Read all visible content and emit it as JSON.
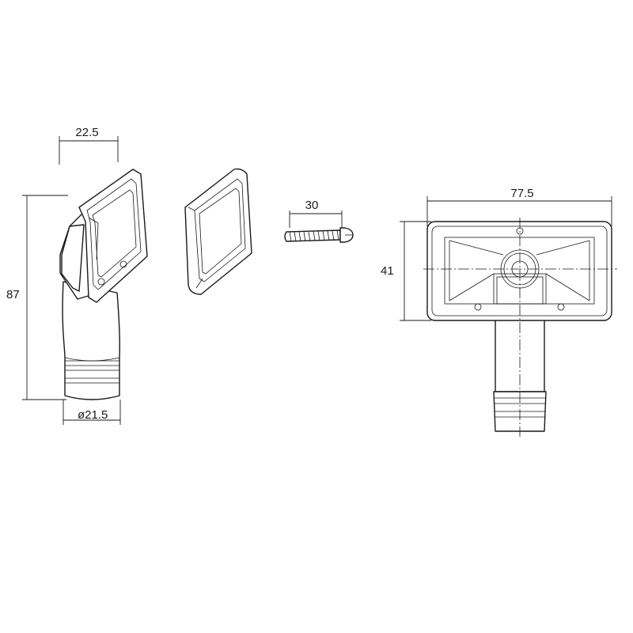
{
  "dimensions": {
    "side_width": "22.5",
    "side_height": "87",
    "pipe_diameter": "ø21.5",
    "screw_length": "30",
    "front_width": "77.5",
    "front_height": "41"
  }
}
